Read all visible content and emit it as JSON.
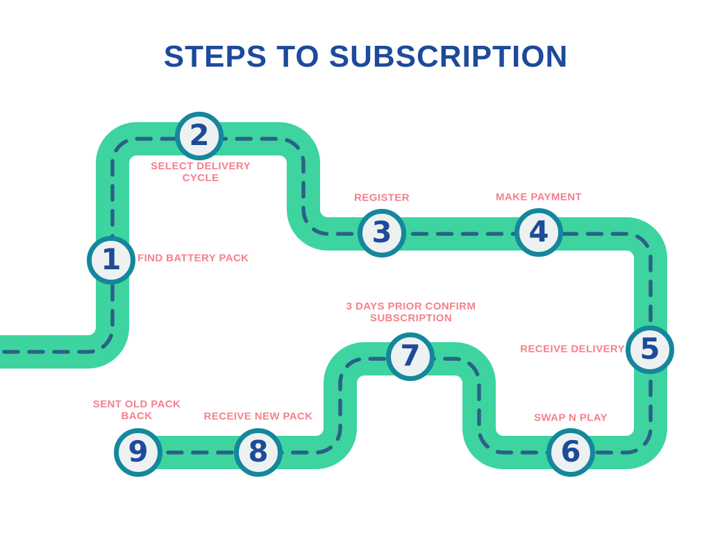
{
  "title": "STEPS TO SUBSCRIPTION",
  "colors": {
    "road_green": "#3ed49f",
    "dash_blue": "#2a6187",
    "ring_teal": "#14879c",
    "circle_fill": "#eef1f1",
    "number_blue": "#1e4b99",
    "title_blue": "#1d4a9a",
    "label_pink": "#f5808b",
    "background": "#ffffff"
  },
  "steps": [
    {
      "number": "1",
      "label": "FIND BATTERY PACK"
    },
    {
      "number": "2",
      "label": "SELECT DELIVERY CYCLE"
    },
    {
      "number": "3",
      "label": "REGISTER"
    },
    {
      "number": "4",
      "label": "MAKE PAYMENT"
    },
    {
      "number": "5",
      "label": "RECEIVE DELIVERY"
    },
    {
      "number": "6",
      "label": "SWAP N PLAY"
    },
    {
      "number": "7",
      "label": "3 DAYS PRIOR CONFIRM SUBSCRIPTION"
    },
    {
      "number": "8",
      "label": "RECEIVE NEW PACK"
    },
    {
      "number": "9",
      "label": "SENT OLD PACK BACK"
    }
  ]
}
